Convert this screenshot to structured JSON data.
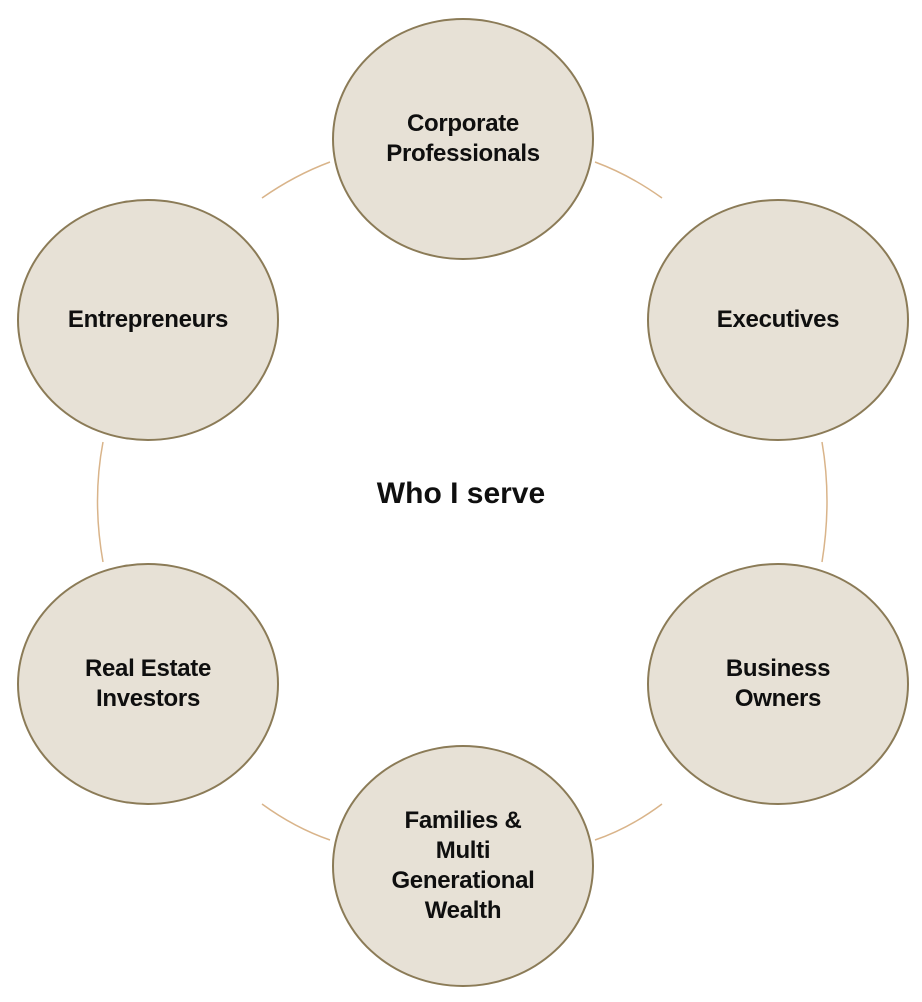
{
  "diagram": {
    "center_title": "Who I serve",
    "nodes": [
      {
        "label": "Corporate\nProfessionals"
      },
      {
        "label": "Executives"
      },
      {
        "label": "Business\nOwners"
      },
      {
        "label": "Families &\nMulti\nGenerational\nWealth"
      },
      {
        "label": "Real Estate\nInvestors"
      },
      {
        "label": "Entrepreneurs"
      }
    ]
  },
  "colors": {
    "node_fill": "#e7e1d6",
    "node_border": "#8b7b57",
    "connector": "#d9b48a",
    "text": "#0f0f0f"
  }
}
